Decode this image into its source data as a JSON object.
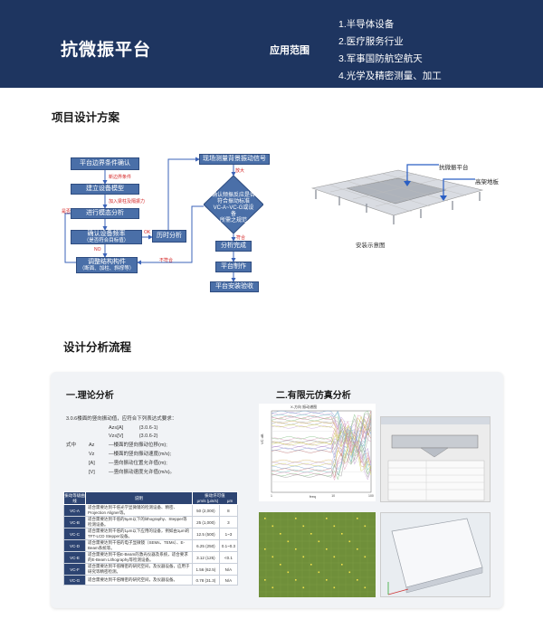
{
  "header": {
    "title": "抗微振平台",
    "applications_label": "应用范围",
    "applications": [
      "1.半导体设备",
      "2.医疗服务行业",
      "3.军事国防航空航天",
      "4.光学及精密测量、加工"
    ]
  },
  "sections": {
    "design_plan": "项目设计方案",
    "analysis_flow": "设计分析流程"
  },
  "flowchart": {
    "boxes": {
      "boundary": "平台边界条件确认",
      "model": "建立设备模型",
      "modal": "进行模态分析",
      "confirm_freq": "确认设备频率",
      "confirm_freq_sub": "（是否符合目标值）",
      "adjust": "调整结构构件",
      "adjust_sub": "（断面、加柱、斜撑等）",
      "history": "历时分析",
      "measure": "现场测量背景振动信号",
      "complete": "分析完成",
      "fabricate": "平台制作",
      "install": "平台安装验收"
    },
    "notes": {
      "add_boundary": "新边界条件",
      "add_beam": "加入梁柱及隔振力",
      "ok": "OK",
      "no": "NO",
      "scale": "放大",
      "pass": "符合",
      "fail": "不符合",
      "yn": "是否"
    },
    "decision": [
      "确认频振反应是否",
      "符合振动标准",
      "VC-A~VC-G或设备",
      "所需之规范"
    ]
  },
  "install_diagram": {
    "platform_label": "抗微振平台",
    "floor_label": "高架地板",
    "caption": "安装示意图"
  },
  "theory": {
    "title": "一.理论分析",
    "intro": "3.0.6楼面的竖向振动值，应符合下列表达式要求：",
    "formulas": [
      {
        "expr": "Az≤[A]",
        "ref": "(3.0.6-1)"
      },
      {
        "expr": "Vz≤[V]",
        "ref": "(3.0.6-2)"
      }
    ],
    "where_label": "式中",
    "vars": [
      {
        "sym": "Az",
        "desc": "—楼面的竖向振动位移(m);"
      },
      {
        "sym": "Vz",
        "desc": "—楼面的竖向振动速度(m/s);"
      },
      {
        "sym": "[A]",
        "desc": "—竖向振动位置允许值(m);"
      },
      {
        "sym": "[V]",
        "desc": "—竖向振动速度允许值(m/s)。"
      }
    ],
    "table": {
      "headers": [
        "振动等级曲线",
        "说明",
        "振动许可值",
        ""
      ],
      "subheaders": [
        "",
        "",
        "μm/s (μin/s)",
        "μm"
      ],
      "rows": [
        {
          "cls": "VC-A",
          "desc": "适合需要达到千倍光学显微镜的检测设备、精密、Projection Aligner等。",
          "v1": "50 (2,000)",
          "v2": "8"
        },
        {
          "cls": "VC-B",
          "desc": "适合需要达到千倍的5μm以下的lithography、Stepper等检测设备。",
          "v1": "25 (1,000)",
          "v2": "3"
        },
        {
          "cls": "VC-C",
          "desc": "适合需要达到千倍的1μm以下应用的设备，例如由1μm的TFT-LCD Stepper设备。",
          "v1": "12.5 (500)",
          "v2": "1~3"
        },
        {
          "cls": "VC-D",
          "desc": "适合需要达到千倍的电子显微镜（SEMs、TEMs）、E-Beam系统等。",
          "v1": "6.25 (250)",
          "v2": "0.1~0.3"
        },
        {
          "cls": "VC-E",
          "desc": "适合需要达到千倍E-Beam的激光仪器及系统，适合要求的E-Beam Lithography等检测设备。",
          "v1": "3.12 (125)",
          "v2": "<0.1"
        },
        {
          "cls": "VC-F",
          "desc": "适合需要达到千倍精密的研究空间，及仪器设备，应用于研究等精密检测。",
          "v1": "1.56 (62.5)",
          "v2": "N/A"
        },
        {
          "cls": "VC-G",
          "desc": "适合需要达到千倍精密的研究空间，及仪器设备。",
          "v1": "0.78 (31.3)",
          "v2": "N/A"
        }
      ]
    }
  },
  "fea": {
    "title": "二.有限元仿真分析",
    "chart_title": "X-方向 振动谱图",
    "chart_ylabel": "VC dB",
    "chart_xlabel": "freq"
  },
  "colors": {
    "header_bg": "#1e3560",
    "flow_box": "#4a6fa8",
    "note_red": "#d32020",
    "table_dark": "#2d4472",
    "arrow": "#3b63b8"
  },
  "chart_data": {
    "type": "line",
    "title": "X-方向 振动谱图",
    "xlabel": "freq",
    "ylabel": "VC dB",
    "xscale": "log",
    "x": [
      1,
      10,
      100
    ],
    "series": [
      {
        "values": [
          0.9,
          0.9,
          0.3
        ]
      },
      {
        "values": [
          0.6,
          0.6,
          0.9
        ]
      },
      {
        "values": [
          0.3,
          0.3,
          0.8
        ]
      }
    ],
    "grid": true
  }
}
